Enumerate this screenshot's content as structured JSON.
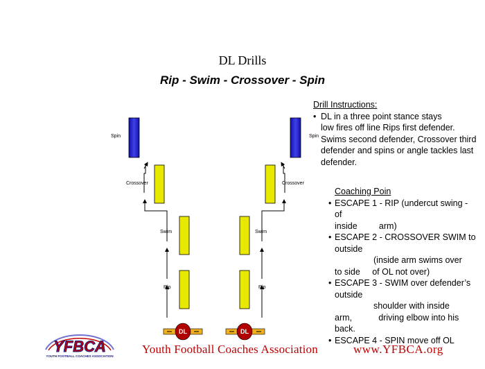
{
  "title": "DL Drills",
  "subtitle": "Rip - Swim - Crossover - Spin",
  "diagram": {
    "left_labels": {
      "spin": "Spin",
      "crossover": "Crossover",
      "swim": "Swim",
      "rip": "Rip"
    },
    "right_labels": {
      "spin": "Spin",
      "crossover": "Crossover",
      "swim": "Swim",
      "rip": "Rip"
    },
    "players": [
      "DL",
      "DL"
    ],
    "colors": {
      "bag_yellow": "#e8e800",
      "bag_blue": "#2020c8",
      "player_red": "#b00000",
      "player_band": "#f0b020"
    }
  },
  "instructions": {
    "heading": "Drill Instructions:",
    "lines": [
      "DL in a three point stance stays",
      "low fires off line Rips first defender.",
      "Swims second defender, Crossover third",
      "defender and spins or angle tackles last",
      "defender."
    ]
  },
  "coaching": {
    "heading": "Coaching Poin",
    "lines": {
      "e1a": "ESCAPE 1 - RIP (undercut swing - of",
      "e1b": "inside         arm)",
      "e2a": "ESCAPE 2 - CROSSOVER SWIM to",
      "e2b": "outside",
      "e2c": "(inside arm swims over",
      "e2d": "to side     of OL not over)",
      "e3a": "ESCAPE 3 - SWIM over defender’s",
      "e3b": "outside",
      "e3c": "shoulder with inside",
      "e3d": "arm,           driving elbow into his",
      "e3e": "back.",
      "e4a": "ESCAPE 4 - SPIN move off OL"
    }
  },
  "footer": {
    "logo_text": "YFBCA",
    "logo_subtext": "YOUTH FOOTBALL COACHES ASSOCIATION",
    "organization": "Youth Football Coaches Association",
    "website": "www.YFBCA.org"
  }
}
